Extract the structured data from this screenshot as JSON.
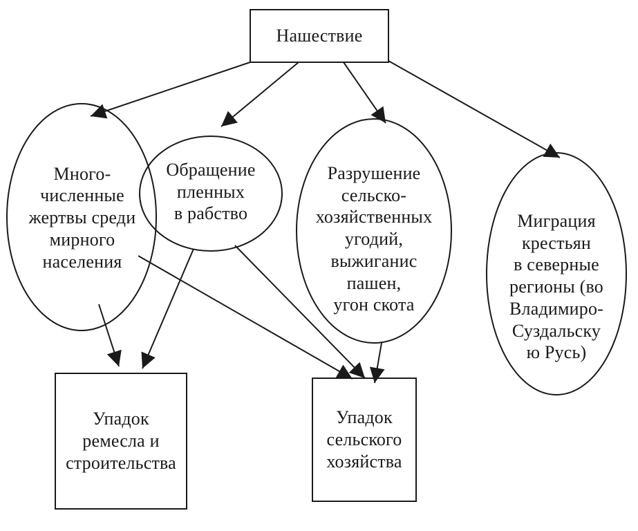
{
  "diagram": {
    "nodes": [
      {
        "id": "invasion",
        "shape": "rect",
        "label": "Нашествие"
      },
      {
        "id": "casualties",
        "shape": "ellipse",
        "label": "Много-\nчисленные\nжертвы среди\nмирного\nнаселения"
      },
      {
        "id": "slavery",
        "shape": "ellipse",
        "label": "Обращение\nпленных\nв рабство"
      },
      {
        "id": "destruction",
        "shape": "ellipse",
        "label": "Разрушение\nсельско-\nхозяйственных\nугодий,\nвыжиганис\nпашен,\nугон скота"
      },
      {
        "id": "migration",
        "shape": "ellipse",
        "label": "Миграция\nкрестьян\nв северные\nрегионы (во\nВладимиро-\nСуздальску\nю Русь)"
      },
      {
        "id": "craft_decline",
        "shape": "rect",
        "label": "Упадок\nремесла и\nстроительства"
      },
      {
        "id": "agri_decline",
        "shape": "rect",
        "label": "Упадок\nсельского\nхозяйства"
      }
    ],
    "edges": [
      {
        "from": "invasion",
        "to": "casualties"
      },
      {
        "from": "invasion",
        "to": "slavery"
      },
      {
        "from": "invasion",
        "to": "destruction"
      },
      {
        "from": "invasion",
        "to": "migration"
      },
      {
        "from": "casualties",
        "to": "craft_decline"
      },
      {
        "from": "casualties",
        "to": "agri_decline"
      },
      {
        "from": "slavery",
        "to": "craft_decline"
      },
      {
        "from": "slavery",
        "to": "agri_decline"
      },
      {
        "from": "destruction",
        "to": "agri_decline"
      }
    ],
    "colors": {
      "stroke": "#1a1a1a",
      "background": "#ffffff"
    }
  }
}
